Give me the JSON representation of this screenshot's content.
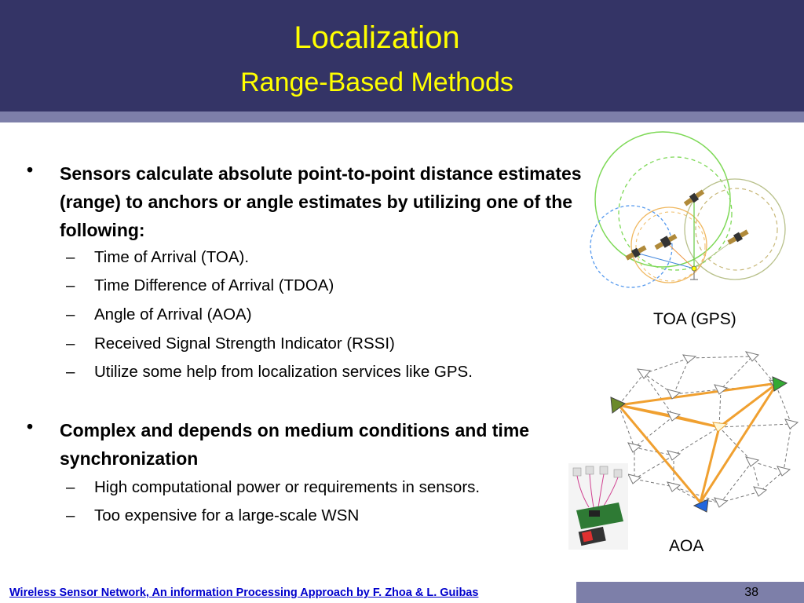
{
  "header": {
    "title": "Localization",
    "subtitle": "Range-Based Methods"
  },
  "bullets": [
    {
      "mark": "•",
      "text": "Sensors calculate absolute point-to-point distance estimates (range) to anchors or angle estimates by utilizing one of the following:",
      "subs": [
        "Time of Arrival (TOA).",
        "Time Difference of Arrival (TDOA)",
        "Angle of Arrival (AOA)",
        "Received Signal Strength Indicator (RSSI)",
        "Utilize some help from localization services like GPS."
      ]
    },
    {
      "mark": "•",
      "text": "Complex and depends on medium  conditions and time synchronization",
      "subs": [
        "High computational power or requirements in sensors.",
        "Too expensive for a large-scale WSN"
      ]
    }
  ],
  "sub_mark": "–",
  "figures": {
    "toa_label": "TOA (GPS)",
    "aoa_label": "AOA"
  },
  "footer": {
    "citation": "Wireless Sensor Network, An information Processing Approach by F. Zhoa & L. Guibas",
    "page_number": "38"
  },
  "colors": {
    "header_bg": "#343466",
    "title_color": "#ffff00",
    "stripe": "#7d7fa9",
    "link": "#0000cc"
  }
}
